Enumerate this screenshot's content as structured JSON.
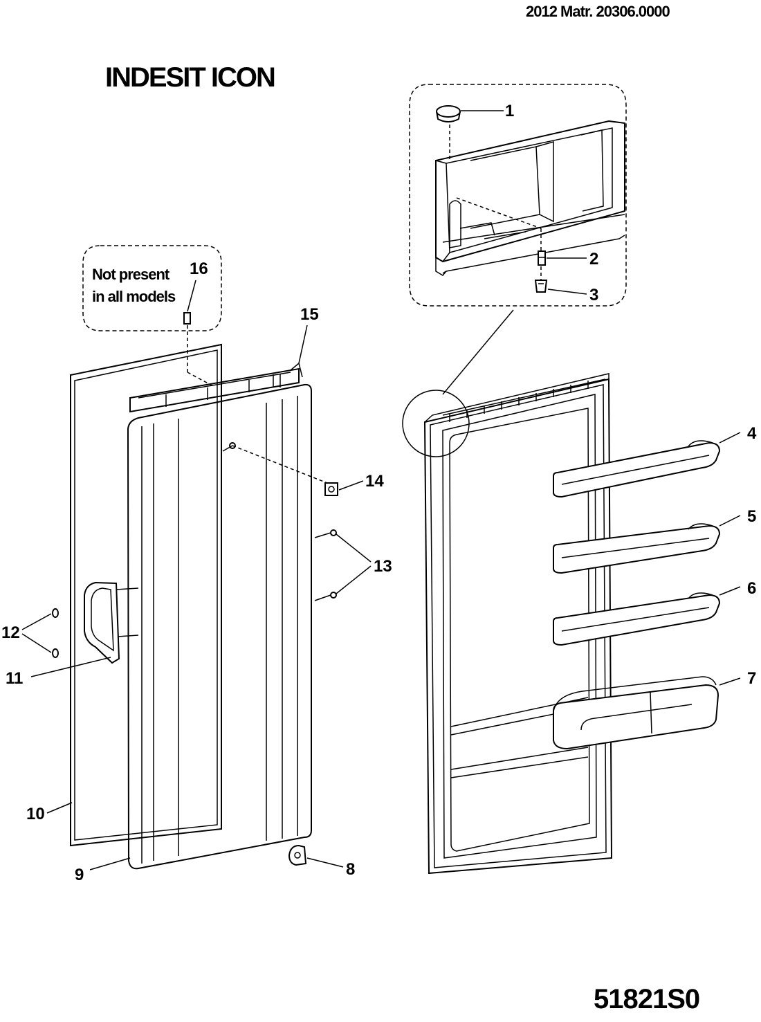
{
  "header": {
    "code": "2012  Matr. 20306.0000"
  },
  "brand": {
    "title": "INDESIT ICON"
  },
  "note": {
    "line1": "Not present",
    "line2": "in all models"
  },
  "footer": {
    "code": "51821S0"
  },
  "parts": {
    "p1": "1",
    "p2": "2",
    "p3": "3",
    "p4": "4",
    "p5": "5",
    "p6": "6",
    "p7": "7",
    "p8": "8",
    "p9": "9",
    "p10": "10",
    "p11": "11",
    "p12": "12",
    "p13": "13",
    "p14": "14",
    "p15": "15",
    "p16": "16"
  }
}
